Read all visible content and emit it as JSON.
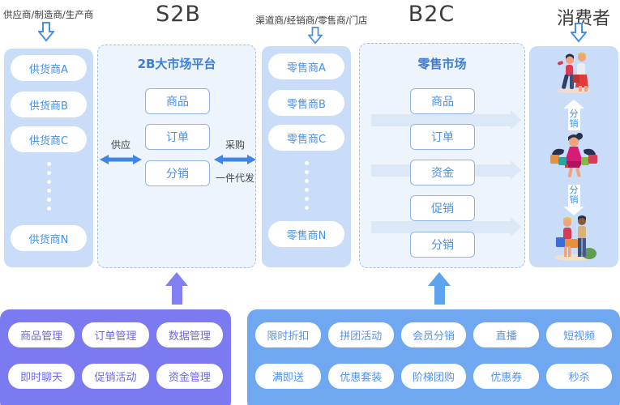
{
  "header": {
    "suppliers_label": "供应商/制造商/生产商",
    "s2b": "S2B",
    "channels_label": "渠道商/经销商/零售商/门店",
    "b2c": "B2C",
    "consumer_label": "消费者"
  },
  "suppliers": {
    "items": [
      "供货商A",
      "供货商B",
      "供货商C",
      "供货商N"
    ]
  },
  "platform_2b": {
    "title": "2B大市场平台",
    "boxes": [
      "商品",
      "订单",
      "分销"
    ],
    "supply_arrow_label": "供应",
    "purchase_arrow_label": "采购",
    "dropship_label": "一件代发"
  },
  "retailers": {
    "items": [
      "零售商A",
      "零售商B",
      "零售商C",
      "零售商N"
    ]
  },
  "retail_market": {
    "title": "零售市场",
    "boxes": [
      "商品",
      "订单",
      "资金",
      "促销",
      "分销"
    ]
  },
  "consumers": {
    "distribution_up_label": "分销",
    "distribution_down_label": "分销"
  },
  "admin_panel": {
    "buttons": [
      "商品管理",
      "订单管理",
      "数据管理",
      "即时聊天",
      "促销活动",
      "资金管理"
    ]
  },
  "marketing_panel": {
    "buttons": [
      "限时折扣",
      "拼团活动",
      "会员分销",
      "直播",
      "短视频",
      "满即送",
      "优惠套装",
      "阶梯团购",
      "优惠券",
      "秒杀"
    ]
  },
  "colors": {
    "light_panel": "#c9ddf8",
    "dashed_panel_bg": "#edf4fc",
    "dashed_border": "#a9bedd",
    "accent_blue": "#4a90e2",
    "title_blue": "#3d7ed8",
    "double_arrow": "#3e86e8",
    "purple_panel": "#7c7af0",
    "purple_text": "#6a68ee",
    "blue_panel": "#6fa7f0",
    "blue_text": "#5493eb",
    "flow_arrow": "#dae8f8"
  }
}
